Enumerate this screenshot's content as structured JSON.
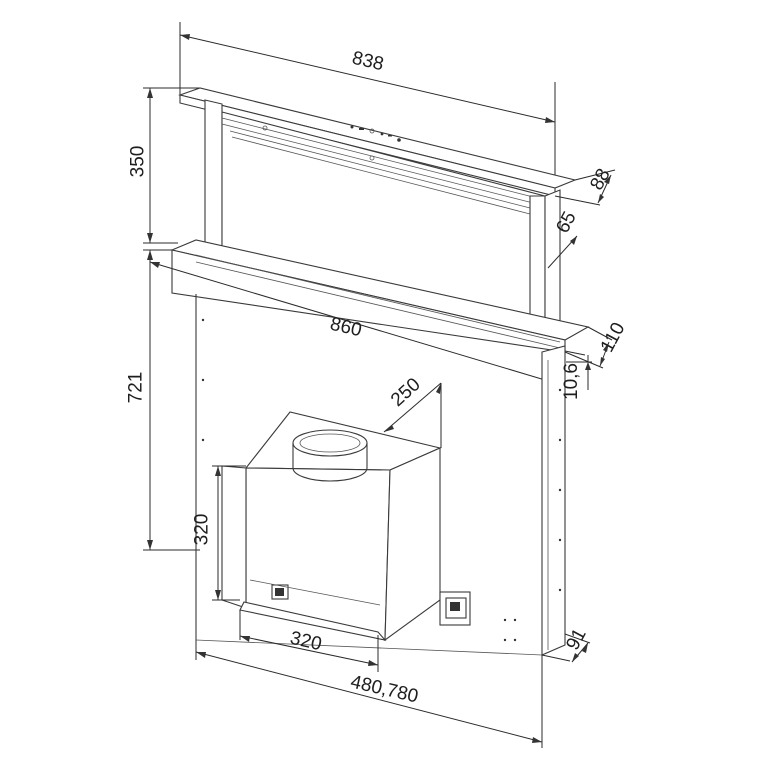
{
  "drawing": {
    "subject": "downdraft cooker hood technical dimension drawing",
    "units": "mm",
    "line_color": "#3a3a3a",
    "background": "#ffffff"
  },
  "dimensions": {
    "top_width": "838",
    "top_height": "350",
    "top_depth": "88",
    "glass_depth": "65",
    "body_width": "860",
    "body_depth": "110",
    "offset": "10,6",
    "body_height": "721",
    "motor_depth": "250",
    "motor_height": "320",
    "motor_width": "320",
    "bottom_width": "480,780",
    "base_depth": "91"
  }
}
